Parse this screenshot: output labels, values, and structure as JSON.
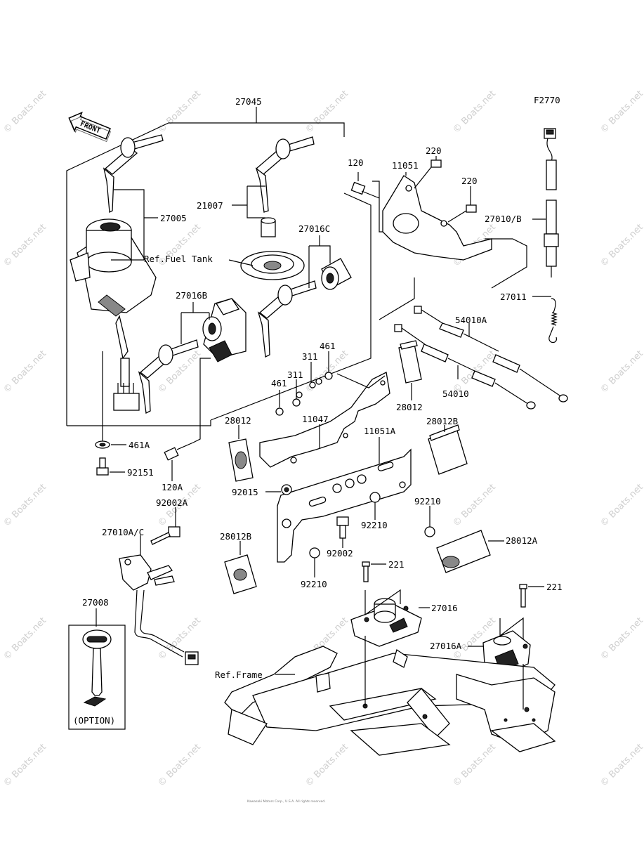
{
  "figure_code": "F2770",
  "front_label": "FRONT",
  "watermark": "© Boats.net",
  "footer_copyright": "Kawasaki Motors Corp., U.S.A. All rights reserved.",
  "parts": {
    "p27045": "27045",
    "p27005": "27005",
    "p21007": "21007",
    "p27016C": "27016C",
    "p27016B": "27016B",
    "p120": "120",
    "p11051": "11051",
    "p220a": "220",
    "p220b": "220",
    "p27010B": "27010/B",
    "p27011": "27011",
    "p54010A": "54010A",
    "p54010": "54010",
    "p461a": "461",
    "p311a": "311",
    "p311b": "311",
    "p461b": "461",
    "p28012a": "28012",
    "p28012b": "28012",
    "p11047": "11047",
    "p11051A": "11051A",
    "p28012B1": "28012B",
    "p461A": "461A",
    "p92151": "92151",
    "p120A": "120A",
    "p92002A": "92002A",
    "p92015": "92015",
    "p92210a": "92210",
    "p92210b": "92210",
    "p27010AC": "27010A/C",
    "p92002": "92002",
    "p28012B2": "28012B",
    "p28012A": "28012A",
    "p92210c": "92210",
    "p221a": "221",
    "p27016": "27016",
    "p221b": "221",
    "p27008": "27008",
    "p27016A": "27016A"
  },
  "references": {
    "fuel_tank": "Ref.Fuel Tank",
    "frame": "Ref.Frame"
  },
  "option_label": "(OPTION)"
}
